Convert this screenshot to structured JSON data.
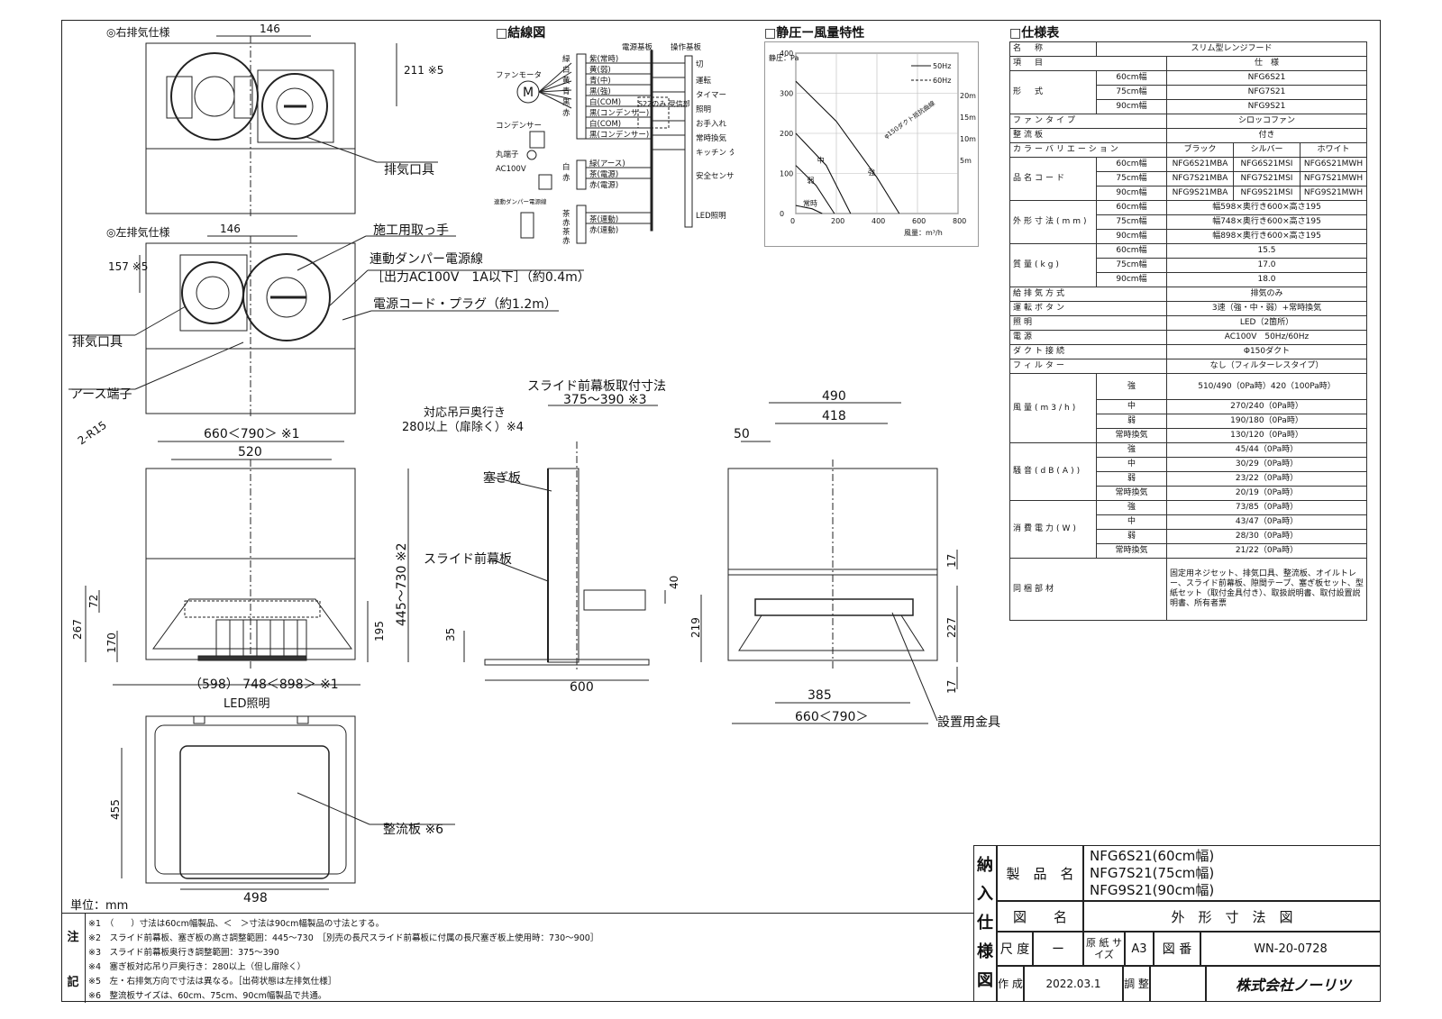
{
  "drawing": {
    "right_exhaust_title": "◎右排気仕様",
    "left_exhaust_title": "◎左排気仕様",
    "dim_146a": "146",
    "dim_211": "211 ※5",
    "dim_146b": "146",
    "dim_157": "157 ※5",
    "exhaust_fitting": "排気口具",
    "handle": "施工用取っ手",
    "damper_line": "連動ダンパー電源線",
    "damper_spec": "［出力AC100V　1A以下］（約0.4m）",
    "power_cord": "電源コード・プラグ（約1.2m）",
    "exhaust_fitting2": "排気口具",
    "earth": "アース端子",
    "r15": "2-R15",
    "w_660": "660＜790＞ ※1",
    "w_520": "520",
    "h_267": "267",
    "h_72": "72",
    "h_170": "170",
    "h_195": "195",
    "w_598": "（598） 748＜898＞ ※1",
    "led": "LED照明",
    "h_455": "455",
    "w_498": "498",
    "straightener": "整流板 ※6",
    "unit": "単位：mm",
    "slide_title": "スライド前幕板取付寸法",
    "slide_range": "375～390 ※3",
    "cab_depth1": "対応吊戸奥行き",
    "cab_depth2": "280以上（扉除く）※4",
    "blank_panel": "塞ぎ板",
    "slide_panel": "スライド前幕板",
    "h_445": "445～730 ※2",
    "h_40": "40",
    "h_35": "35",
    "d_600": "600",
    "w_490": "490",
    "w_418": "418",
    "w_50": "50",
    "h_17a": "17",
    "h_219": "219",
    "h_227": "227",
    "h_17b": "17",
    "w_385": "385",
    "w_660b": "660＜790＞",
    "bracket": "設置用金具"
  },
  "wiring": {
    "title": "□結線図",
    "power_board": "電源基板",
    "control_board": "操作基板",
    "fan_motor": "ファンモータ",
    "capacitor": "コンデンサー",
    "ring_terminal": "丸端子",
    "ac100v": "AC100V",
    "damper": "連動ダンパー電源線",
    "s22": "S22のみ 受信部",
    "wires": [
      "紫(常時)",
      "黄(弱)",
      "青(中)",
      "黒(強)",
      "白(COM)",
      "黒(コンデンサー)",
      "白(COM)",
      "黒(コンデンサー)",
      "緑(アース)",
      "茶(電源)",
      "赤(電源)",
      "茶(連動)",
      "赤(連動)"
    ],
    "wire_colors": [
      "緑",
      "白",
      "黄",
      "青",
      "黒",
      "赤",
      "白",
      "赤",
      "茶",
      "赤",
      "茶",
      "赤"
    ],
    "switches": [
      "切",
      "運転",
      "タイマー",
      "照明",
      "お手入れ",
      "常時換気",
      "キッチン タイマー",
      "安全センサー",
      "LED照明"
    ]
  },
  "chart_data": {
    "type": "line",
    "title": "□静圧ー風量特性",
    "xlabel": "風量：m³/h",
    "ylabel": "静圧：Pa",
    "xlim": [
      0,
      800
    ],
    "ylim": [
      0,
      400
    ],
    "xticks": [
      "0",
      "200",
      "400",
      "600",
      "800"
    ],
    "yticks": [
      "0",
      "100",
      "200",
      "300",
      "400"
    ],
    "legend": [
      "50Hz",
      "60Hz"
    ],
    "legend_position": "top-right",
    "series": [
      {
        "name": "強",
        "x": [
          0,
          200,
          400,
          510
        ],
        "y": [
          330,
          230,
          90,
          0
        ]
      },
      {
        "name": "中",
        "x": [
          0,
          150,
          270
        ],
        "y": [
          200,
          120,
          0
        ]
      },
      {
        "name": "弱",
        "x": [
          0,
          100,
          190
        ],
        "y": [
          120,
          70,
          0
        ]
      },
      {
        "name": "常時",
        "x": [
          0,
          80,
          130
        ],
        "y": [
          20,
          12,
          0
        ]
      }
    ],
    "duct_curves": [
      "20m",
      "15m",
      "10m",
      "5m"
    ],
    "duct_note": "φ150ダクト抵抗曲線"
  },
  "spec": {
    "title": "□仕様表",
    "name_label": "名　称",
    "name_value": "スリム型レンジフード",
    "item_label": "項　目",
    "item_value": "仕　様",
    "model_label": "形　式",
    "models": [
      [
        "60cm幅",
        "NFG6S21"
      ],
      [
        "75cm幅",
        "NFG7S21"
      ],
      [
        "90cm幅",
        "NFG9S21"
      ]
    ],
    "fan_label": "ファンタイプ",
    "fan_value": "シロッコファン",
    "straight_label": "整流板",
    "straight_value": "付き",
    "color_label": "カラーバリエーション",
    "colors": [
      "ブラック",
      "シルバー",
      "ホワイト"
    ],
    "code_label": "品名コード",
    "codes": [
      [
        "60cm幅",
        "NFG6S21MBA",
        "NFG6S21MSI",
        "NFG6S21MWH"
      ],
      [
        "75cm幅",
        "NFG7S21MBA",
        "NFG7S21MSI",
        "NFG7S21MWH"
      ],
      [
        "90cm幅",
        "NFG9S21MBA",
        "NFG9S21MSI",
        "NFG9S21MWH"
      ]
    ],
    "size_label": "外形寸法(mm)",
    "sizes": [
      [
        "60cm幅",
        "幅598×奥行き600×高さ195"
      ],
      [
        "75cm幅",
        "幅748×奥行き600×高さ195"
      ],
      [
        "90cm幅",
        "幅898×奥行き600×高さ195"
      ]
    ],
    "mass_label": "質量(kg)",
    "masses": [
      [
        "60cm幅",
        "15.5"
      ],
      [
        "75cm幅",
        "17.0"
      ],
      [
        "90cm幅",
        "18.0"
      ]
    ],
    "exh_label": "給排気方式",
    "exh_value": "排気のみ",
    "btn_label": "運転ボタン",
    "btn_value": "3速（強・中・弱）+常時換気",
    "light_label": "照明",
    "light_value": "LED（2箇所）",
    "power_label": "電源",
    "power_value": "AC100V　50Hz/60Hz",
    "duct_label": "ダクト接続",
    "duct_value": "Φ150ダクト",
    "filter_label": "フィルター",
    "filter_value": "なし（フィルターレスタイプ）",
    "air_label": "風量(m3/h)",
    "air": [
      [
        "強",
        "510/490（0Pa時）420（100Pa時）"
      ],
      [
        "中",
        "270/240（0Pa時）"
      ],
      [
        "弱",
        "190/180（0Pa時）"
      ],
      [
        "常時換気",
        "130/120（0Pa時）"
      ]
    ],
    "noise_label": "騒音(dB(A))",
    "noise": [
      [
        "強",
        "45/44（0Pa時）"
      ],
      [
        "中",
        "30/29（0Pa時）"
      ],
      [
        "弱",
        "23/22（0Pa時）"
      ],
      [
        "常時換気",
        "20/19（0Pa時）"
      ]
    ],
    "watt_label": "消費電力(W)",
    "watts": [
      [
        "強",
        "73/85（0Pa時）"
      ],
      [
        "中",
        "43/47（0Pa時）"
      ],
      [
        "弱",
        "28/30（0Pa時）"
      ],
      [
        "常時換気",
        "21/22（0Pa時）"
      ]
    ],
    "acc_label": "同梱部材",
    "acc_value": "固定用ネジセット、排気口具、整流板、オイルトレー、スライド前幕板、隙間テープ、塞ぎ板セット、型紙セット（取付金具付き）、取扱説明書、取付設置説明書、所有者票"
  },
  "titleblock": {
    "side": [
      "納",
      "入",
      "仕",
      "様",
      "図"
    ],
    "product_label": "製　品　名",
    "products": [
      "NFG6S21(60cm幅)",
      "NFG7S21(75cm幅)",
      "NFG9S21(90cm幅)"
    ],
    "drawing_label": "図　　名",
    "drawing_value": "外　形　寸　法　図",
    "scale_label": "尺 度",
    "scale_value": "ー",
    "paper_label": "原 紙 サイズ",
    "paper_value": "A3",
    "number_label": "図 番",
    "number_value": "WN-20-0728",
    "made_label": "作 成",
    "made_value": "2022.03.1",
    "check_label": "調 整",
    "company": "株式会社ノーリツ"
  },
  "notes": {
    "side": [
      "注",
      "記"
    ],
    "lines": [
      "※1　（　　）寸法は60cm幅製品、＜　＞寸法は90cm幅製品の寸法とする。",
      "※2　スライド前幕板、塞ぎ板の高さ調整範囲：445～730　［別売の長尺スライド前幕板に付属の長尺塞ぎ板上使用時：730～900］",
      "※3　スライド前幕板奥行き調整範囲：375～390",
      "※4　塞ぎ板対応吊り戸奥行き：280以上（但し扉除く）",
      "※5　左・右排気方向で寸法は異なる。［出荷状態は左排気仕様］",
      "※6　整流板サイズは、60cm、75cm、90cm幅製品で共通。"
    ]
  }
}
